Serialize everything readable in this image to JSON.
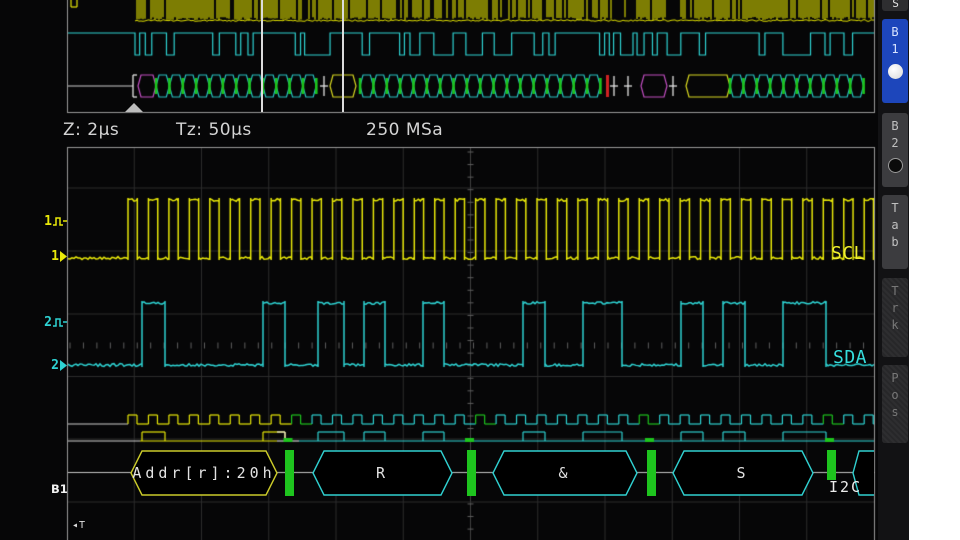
{
  "status_bar": {
    "zoom_scale": "Z: 2µs",
    "zoom_timebase": "Tz: 50µs",
    "sample_rate": "250 MSa"
  },
  "channels": {
    "ch1": {
      "number": "1",
      "label": "SCL"
    },
    "ch2": {
      "number": "2",
      "label": "SDA"
    }
  },
  "bus": {
    "name": "B1",
    "protocol_label": "I2C",
    "frames": [
      {
        "label": "Addr[r]:20h",
        "type": "address"
      },
      {
        "label": "R",
        "type": "data"
      },
      {
        "label": "&",
        "type": "data"
      },
      {
        "label": "S",
        "type": "data"
      }
    ]
  },
  "trigger": {
    "time_marker": "◂T"
  },
  "sidebar": {
    "buttons": [
      {
        "label": "S",
        "state": "partial"
      },
      {
        "label": "B1",
        "state": "active"
      },
      {
        "label": "B2",
        "state": "normal"
      },
      {
        "label": "Tab",
        "state": "normal"
      },
      {
        "label": "Trk",
        "state": "disabled"
      },
      {
        "label": "Pos",
        "state": "disabled"
      }
    ]
  },
  "colors": {
    "yellow": "#e9e909",
    "cyan": "#2ed3d3",
    "green": "#1ec41e",
    "purple": "#c14ec1",
    "red": "#cf2222",
    "blue_active": "#1d46bb",
    "grid": "#2d2d2d",
    "axis_tick": "#5f5f5f",
    "border": "#9a9a9a",
    "text": "#d4d4d4"
  }
}
